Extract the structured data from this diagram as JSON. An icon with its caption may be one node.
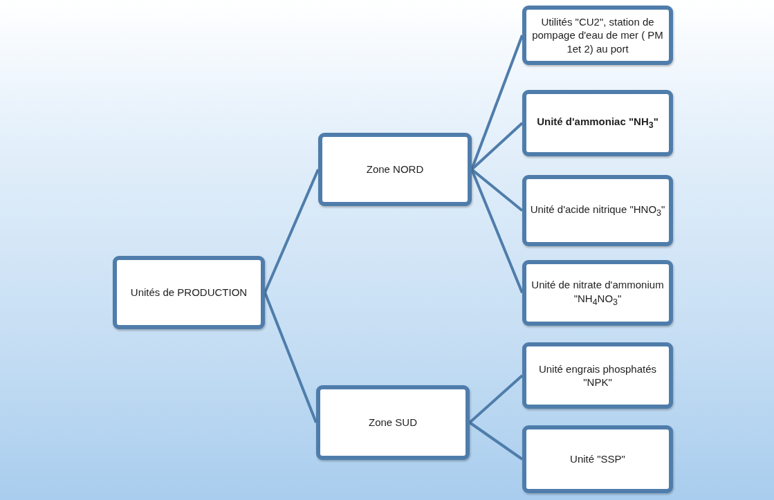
{
  "diagram": {
    "nodes": [
      {
        "text": [
          "Unités de PRODUCTION"
        ]
      },
      {
        "text": [
          "Zone NORD"
        ]
      },
      {
        "text": [
          "Zone SUD"
        ]
      },
      {
        "text": [
          "Utilités \"CU2\", station de pompage d'eau de mer ( PM 1et 2) au port"
        ]
      },
      {
        "text": [
          "Unité d'ammoniac \"NH$_{3}$\""
        ]
      },
      {
        "text": [
          "Unité d'acide nitrique \"HNO$_{3}$\""
        ]
      },
      {
        "text": [
          "Unité de nitrate d'ammonium \"NH$_{4}$NO$_{3}$\""
        ]
      },
      {
        "text": [
          "Unité engrais phosphatés \"NPK\""
        ]
      },
      {
        "text": [
          "Unité \"SSP\""
        ]
      }
    ],
    "edges": [
      {
        "from": 0,
        "to": 1,
        "arrow": "none"
      },
      {
        "from": 0,
        "to": 2,
        "arrow": "none"
      },
      {
        "from": 1,
        "to": 3,
        "arrow": "none"
      },
      {
        "from": 1,
        "to": 4,
        "arrow": "none"
      },
      {
        "from": 1,
        "to": 5,
        "arrow": "none"
      },
      {
        "from": 1,
        "to": 6,
        "arrow": "none"
      },
      {
        "from": 2,
        "to": 7,
        "arrow": "none"
      },
      {
        "from": 2,
        "to": 8,
        "arrow": "none"
      }
    ]
  }
}
